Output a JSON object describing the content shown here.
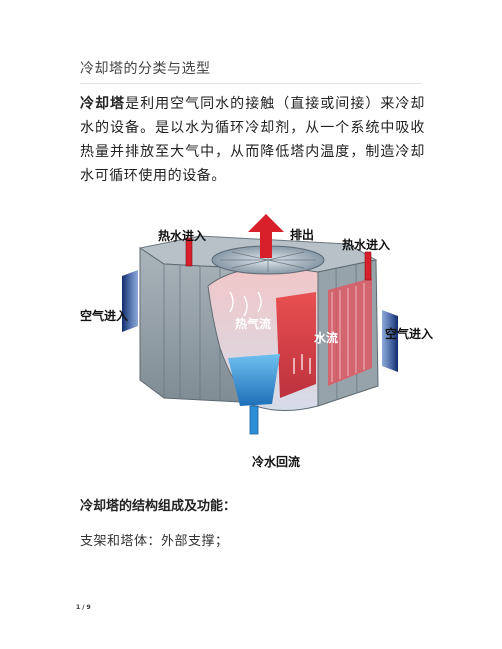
{
  "document": {
    "title": "冷却塔的分类与选型",
    "intro": {
      "term": "冷却塔",
      "text": "是利用空气同水的接触（直接或间接）来冷却水的设备。是以水为循环冷却剂，从一个系统中吸收热量并排放至大气中，从而降低塔内温度，制造冷却水可循环使用的设备。"
    },
    "figure": {
      "labels": {
        "hot_water_in_left": "热水进入",
        "exhaust": "排出",
        "hot_water_in_right": "热水进入",
        "air_in_left": "空气进入",
        "hot_air_flow": "热气流",
        "water_flow": "水流",
        "air_in_right": "空气进入",
        "cold_water_return": "冷水回流"
      },
      "colors": {
        "hot": "#d8202a",
        "cold": "#2a8fd6",
        "air": "#1f3f8c",
        "housing": "#8d9aa3"
      }
    },
    "section_heading": "冷却塔的结构组成及功能：",
    "body_line": "支架和塔体：外部支撑；",
    "page_number": "1 / 9"
  }
}
